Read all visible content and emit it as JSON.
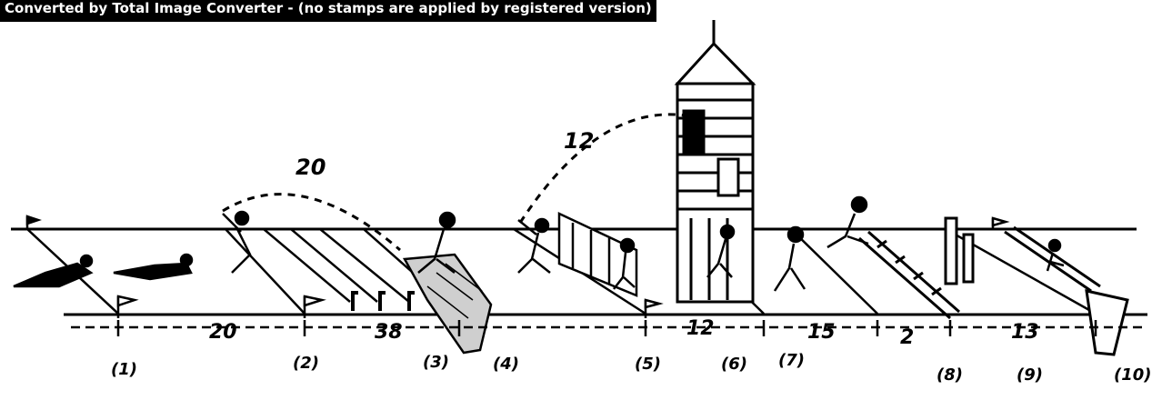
{
  "watermark": "Converted by Total Image Converter - (no stamps are applied by registered version)",
  "distances": {
    "d1": "20",
    "d2": "38",
    "d3": "12",
    "d4": "15",
    "d5": "2",
    "d6": "13"
  },
  "arc_labels": {
    "jump": "20",
    "throw": "12"
  },
  "stations": [
    "(1)",
    "(2)",
    "(3)",
    "(4)",
    "(5)",
    "(6)",
    "(7)",
    "(8)",
    "(9)",
    "(10)"
  ],
  "colors": {
    "ink": "#000000",
    "paper": "#ffffff"
  }
}
